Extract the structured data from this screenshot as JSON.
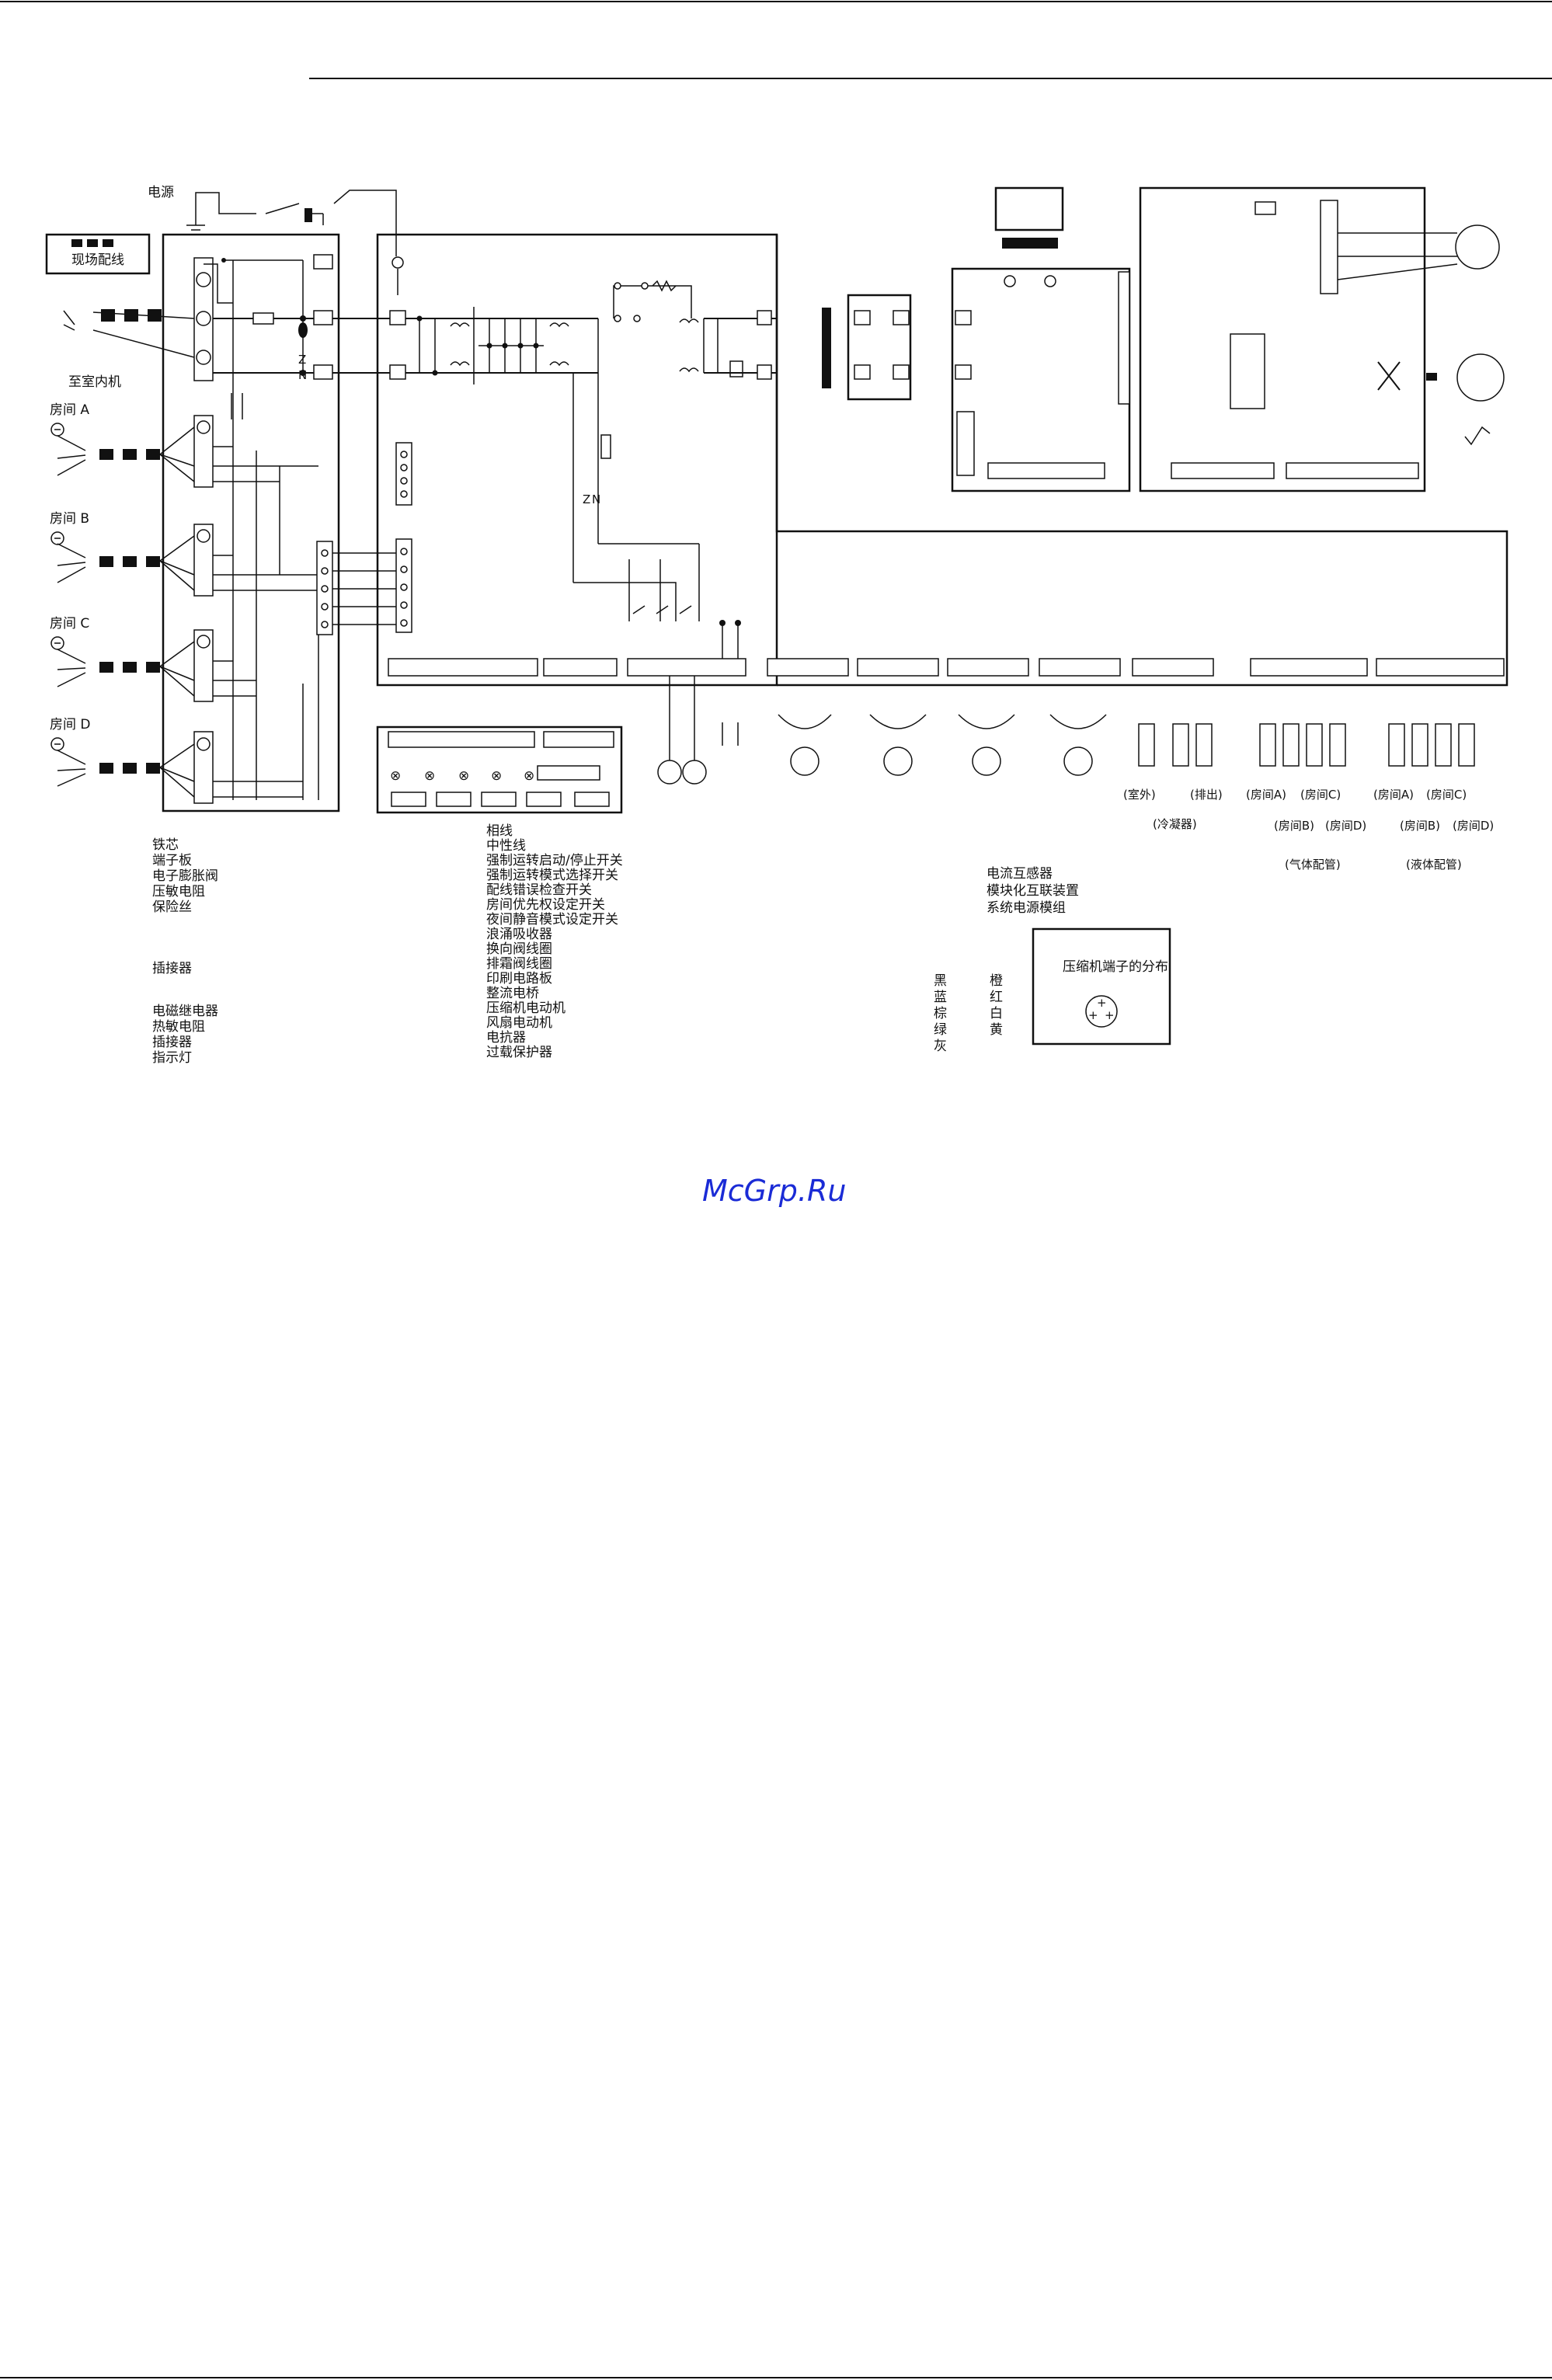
{
  "diagram": {
    "power_label": "电源",
    "field_wiring_label": "现场配线",
    "to_indoor_label": "至室内机",
    "rooms": [
      "房间 A",
      "房间 B",
      "房间 C",
      "房间 D"
    ],
    "legend_col1": [
      "铁芯",
      "端子板",
      "电子膨胀阀",
      "压敏电阻",
      "保险丝",
      "",
      "插接器",
      "",
      "电磁继电器",
      "热敏电阻",
      "插接器",
      "指示灯"
    ],
    "legend_col2": [
      "相线",
      "中性线",
      "强制运转启动/停止开关",
      "强制运转模式选择开关",
      "配线错误检查开关",
      "房间优先权设定开关",
      "夜间静音模式设定开关",
      "浪涌吸收器",
      "换向阀线圈",
      "排霜阀线圈",
      "印刷电路板",
      "整流电桥",
      "压缩机电动机",
      "风扇电动机",
      "电抗器",
      "过载保护器"
    ],
    "legend_col3": [
      "电流互感器",
      "模块化互联装置",
      "系统电源模组"
    ],
    "colors_left": [
      "黑",
      "蓝",
      "棕",
      "绿",
      "灰"
    ],
    "colors_right": [
      "橙",
      "红",
      "白",
      "黄"
    ],
    "compressor_box_title": "压缩机端子的分布",
    "thermistor_labels_1": [
      "(室外)",
      "(排出)"
    ],
    "thermistor_group_1": "(冷凝器)",
    "gas_labels_top": [
      "(房间A)",
      "(房间C)"
    ],
    "gas_labels_bottom": [
      "(房间B)",
      "(房间D)"
    ],
    "gas_group": "(气体配管)",
    "liquid_labels_top": [
      "(房间A)",
      "(房间C)"
    ],
    "liquid_labels_bottom": [
      "(房间B)",
      "(房间D)"
    ],
    "liquid_group": "(液体配管)",
    "watermark": "McGrp.Ru"
  }
}
